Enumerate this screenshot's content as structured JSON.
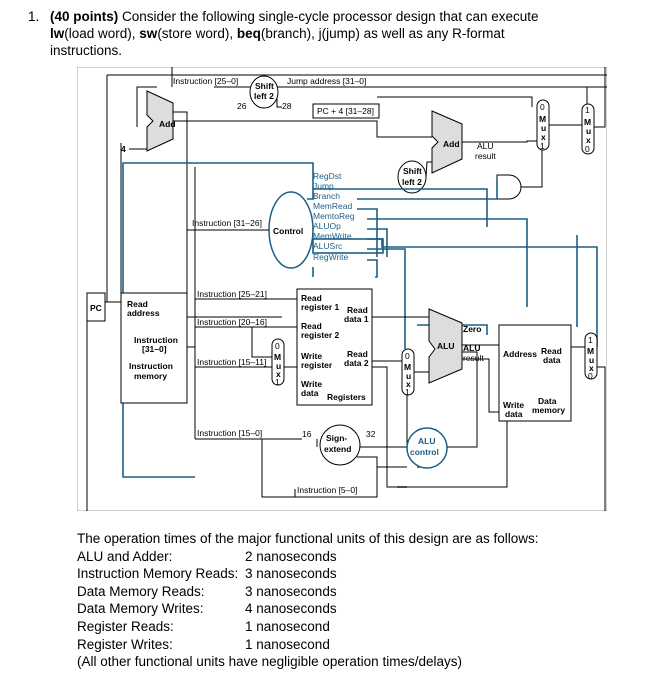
{
  "question": {
    "number": "1.",
    "points": "(40 points)",
    "text_1": " Consider the following single-cycle processor design that can execute ",
    "lw": "lw",
    "lw_desc": "(load word), ",
    "sw": "sw",
    "sw_desc": "(store word), ",
    "beq": "beq",
    "beq_desc": "(branch), j(jump) as well as any R-format",
    "line3": "instructions."
  },
  "diagram": {
    "instr_25_0": "Instruction [25–0]",
    "shift_left_2": "Shift",
    "shift_left_2b": "left 2",
    "n26": "26",
    "n28": "28",
    "jump_address": "Jump address [31–0]",
    "pc4": "PC + 4 [31–28]",
    "add": "Add",
    "four": "4",
    "alu_result_add": "Add",
    "alu_result_label": "ALU",
    "result": "result",
    "shift2_b": "Shift",
    "shift2_b2": "left 2",
    "mux": [
      "0",
      "M",
      "u",
      "x",
      "1"
    ],
    "control": "Control",
    "instr_31_26": "Instruction [31–26]",
    "signals": [
      "RegDst",
      "Jump",
      "Branch",
      "MemRead",
      "MemtoReg",
      "ALUOp",
      "MemWrite",
      "ALUSrc",
      "RegWrite"
    ],
    "pc": "PC",
    "read_address": "Read",
    "read_address2": "address",
    "instruction_31_0": "Instruction",
    "instruction_31_0b": "[31–0]",
    "instruction_memory": "Instruction",
    "instruction_memory2": "memory",
    "instr_25_21": "Instruction [25–21]",
    "instr_20_16": "Instruction [20–16]",
    "instr_15_11": "Instruction [15–11]",
    "instr_15_0": "Instruction [15–0]",
    "instr_5_0": "Instruction [5–0]",
    "read_register_1": "Read",
    "read_register_1b": "register 1",
    "read_register_2": "Read",
    "read_register_2b": "register 2",
    "write_register": "Write",
    "write_register2": "register",
    "write_data": "Write",
    "write_data2": "data",
    "registers": "Registers",
    "read_data_1": "Read",
    "read_data_1b": "data 1",
    "read_data_2": "Read",
    "read_data_2b": "data 2",
    "n16": "16",
    "n32": "32",
    "sign_extend": "Sign-",
    "sign_extend2": "extend",
    "alu_control": "ALU",
    "alu_control2": "control",
    "zero": "Zero",
    "alu": "ALU",
    "alu_res1": "ALU",
    "alu_res2": "result",
    "address": "Address",
    "read_data": "Read",
    "read_data2": "data",
    "dm_write": "Write",
    "dm_write2": "data",
    "data_memory": "Data",
    "data_memory2": "memory"
  },
  "times": {
    "intro": "The operation times of the major functional units of this design are as follows:",
    "rows": [
      {
        "label": "ALU and Adder:",
        "value": "2 nanoseconds"
      },
      {
        "label": "Instruction Memory Reads:",
        "value": "3 nanoseconds"
      },
      {
        "label": "Data Memory Reads:",
        "value": "3 nanoseconds"
      },
      {
        "label": "Data Memory Writes:",
        "value": "4 nanoseconds"
      },
      {
        "label": "Register Reads:",
        "value": "1 nanosecond"
      },
      {
        "label": "Register Writes:",
        "value": "1 nanosecond"
      }
    ],
    "footer": "(All other functional units have negligible operation times/delays)"
  }
}
